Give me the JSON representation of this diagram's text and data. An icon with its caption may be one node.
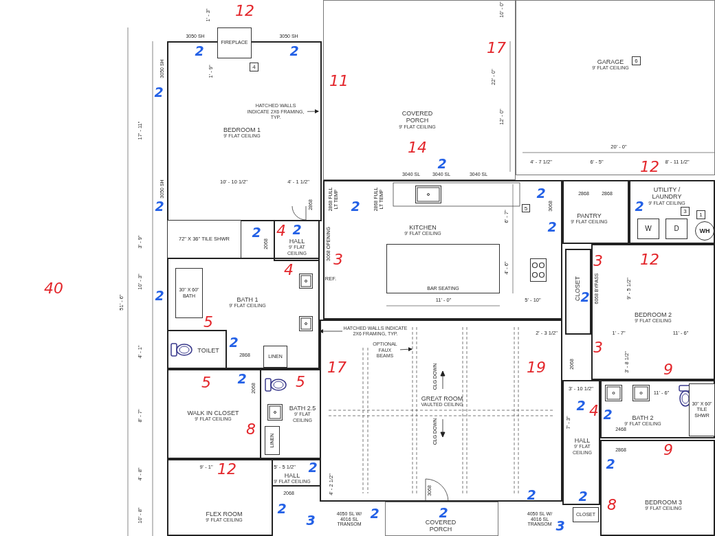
{
  "diagram": {
    "nodes": [
      {
        "text": [
          "BEDROOM 1",
          "9' FLAT CEILING"
        ]
      },
      {
        "text": [
          "FIREPLACE"
        ]
      },
      {
        "text": [
          "4"
        ],
        "in": 0
      },
      {
        "text": [
          "HATCHED WALLS INDICATE 2X6 FRAMING, TYP."
        ],
        "in": 0
      },
      {
        "text": [
          "COVERED PORCH",
          "9' FLAT CEILING"
        ]
      },
      {
        "text": [
          "GARAGE",
          "9' FLAT CEILING"
        ]
      },
      {
        "text": [
          "6"
        ],
        "in": 5
      },
      {
        "text": [
          "HALL",
          "9' FLAT CEILING"
        ]
      },
      {
        "text": [
          "KITCHEN",
          "9' FLAT CEILING"
        ]
      },
      {
        "text": [
          "BAR SEATING"
        ],
        "in": 8
      },
      {
        "text": [
          "5"
        ],
        "in": 8
      },
      {
        "text": [
          "PANTRY",
          "9' FLAT CEILING"
        ]
      },
      {
        "text": [
          "UTILITY / LAUNDRY",
          "9' FLAT CEILING"
        ]
      },
      {
        "text": [
          "3"
        ],
        "in": 12
      },
      {
        "text": [
          "1"
        ],
        "in": 12
      },
      {
        "text": [
          "W"
        ],
        "in": 12
      },
      {
        "text": [
          "D"
        ],
        "in": 12
      },
      {
        "text": [
          "WH"
        ],
        "in": 12
      },
      {
        "text": [
          "72\" X 36\" TILE SHWR"
        ]
      },
      {
        "text": [
          "BATH 1",
          "9' FLAT CEILING"
        ]
      },
      {
        "text": [
          "30\" X 60\" BATH"
        ],
        "in": 19
      },
      {
        "text": [
          "TOILET"
        ],
        "in": 19
      },
      {
        "text": [
          "LINEN"
        ],
        "in": 19
      },
      {
        "text": [
          "WALK IN CLOSET",
          "9' FLAT CEILING"
        ]
      },
      {
        "text": [
          "BATH 2.5",
          "9' FLAT CEILING"
        ]
      },
      {
        "text": [
          "LINEN"
        ],
        "in": 24
      },
      {
        "text": [
          "HALL",
          "9' FLAT CEILING"
        ]
      },
      {
        "text": [
          "FLEX ROOM",
          "9' FLAT CEILING"
        ]
      },
      {
        "text": [
          "GREAT ROOM",
          "VAULTED CEILING"
        ]
      },
      {
        "text": [
          "HATCHED WALLS INDICATE 2X6 FRAMING, TYP."
        ],
        "in": 28
      },
      {
        "text": [
          "OPTIONAL FAUX BEAMS"
        ],
        "in": 28
      },
      {
        "text": [
          "COVERED PORCH"
        ]
      },
      {
        "text": [
          "CLOSET"
        ]
      },
      {
        "text": [
          "BEDROOM 2",
          "9' FLAT CEILING"
        ]
      },
      {
        "text": [
          "HALL",
          "9' FLAT CEILING"
        ]
      },
      {
        "text": [
          "BATH 2",
          "9' FLAT CEILING"
        ]
      },
      {
        "text": [
          "30\" X 60\" TILE SHWR"
        ],
        "in": 35
      },
      {
        "text": [
          "CLOSET"
        ]
      },
      {
        "text": [
          "BEDROOM 3",
          "9' FLAT CEILING"
        ]
      }
    ],
    "edges": [
      {
        "from": 3,
        "to": null,
        "arrow": "to"
      },
      {
        "from": 29,
        "to": 19,
        "arrow": "to"
      },
      {
        "from": 30,
        "to": null,
        "arrow": "to"
      }
    ],
    "labels": [
      "1' - 3\"",
      "12",
      "10' - 0\"",
      "3050 SH",
      "3050 SH",
      "2",
      "2",
      "17",
      "3050 SH",
      "1' - 9\"",
      "11",
      "22' - 0\"",
      "2",
      "17' - 11\"",
      "12' - 0\"",
      "14",
      "20' - 0\"",
      "2",
      "4' - 7 1/2\"",
      "6' - 5\"",
      "12",
      "8' - 11 1/2\"",
      "3040 SL",
      "3040 SL",
      "3040 SL",
      "10' - 10 1/2\"",
      "4' - 1 1/2\"",
      "3050 SH",
      "2868 FULL LT TEMP",
      "2",
      "2868 FULL LT TEMP",
      "2",
      "2868",
      "2868",
      "2",
      "2868",
      "3068",
      "2",
      "2",
      "4",
      "2",
      "6' - 7\"",
      "2",
      "3' - 9\"",
      "2068",
      "3068 OPENING",
      "3",
      "3",
      "12",
      "4",
      "4' - 6\"",
      "40",
      "51' - 6\"",
      "10' - 3\"",
      "2",
      "REF.",
      "11' - 0\"",
      "5' - 10\"",
      "2",
      "6068 BYPASS",
      "9' - 5 1/2\"",
      "5",
      "2' - 3 1/2\"",
      "1' - 7\"",
      "11' - 6\"",
      "4' - 1\"",
      "2",
      "2868",
      "17",
      "19",
      "2068",
      "3",
      "3' - 8 1/2\"",
      "9",
      "5",
      "2",
      "2068",
      "5",
      "CLG DOWN",
      "3' - 10 1/2\"",
      "11' - 6\"",
      "8' - 7\"",
      "8",
      "CLG DOWN",
      "7' - 3\"",
      "2",
      "4",
      "2",
      "2468",
      "2868",
      "9",
      "4' - 8\"",
      "9' - 1\"",
      "12",
      "5' - 5 1/2\"",
      "2",
      "2",
      "2068",
      "4' - 2 1/2\"",
      "3068",
      "2",
      "2",
      "10' - 8\"",
      "2",
      "3",
      "4050 SL W/ 4016 SL TRANSOM",
      "2",
      "2",
      "4050 SL W/ 4016 SL TRANSOM",
      "3",
      "8"
    ]
  }
}
